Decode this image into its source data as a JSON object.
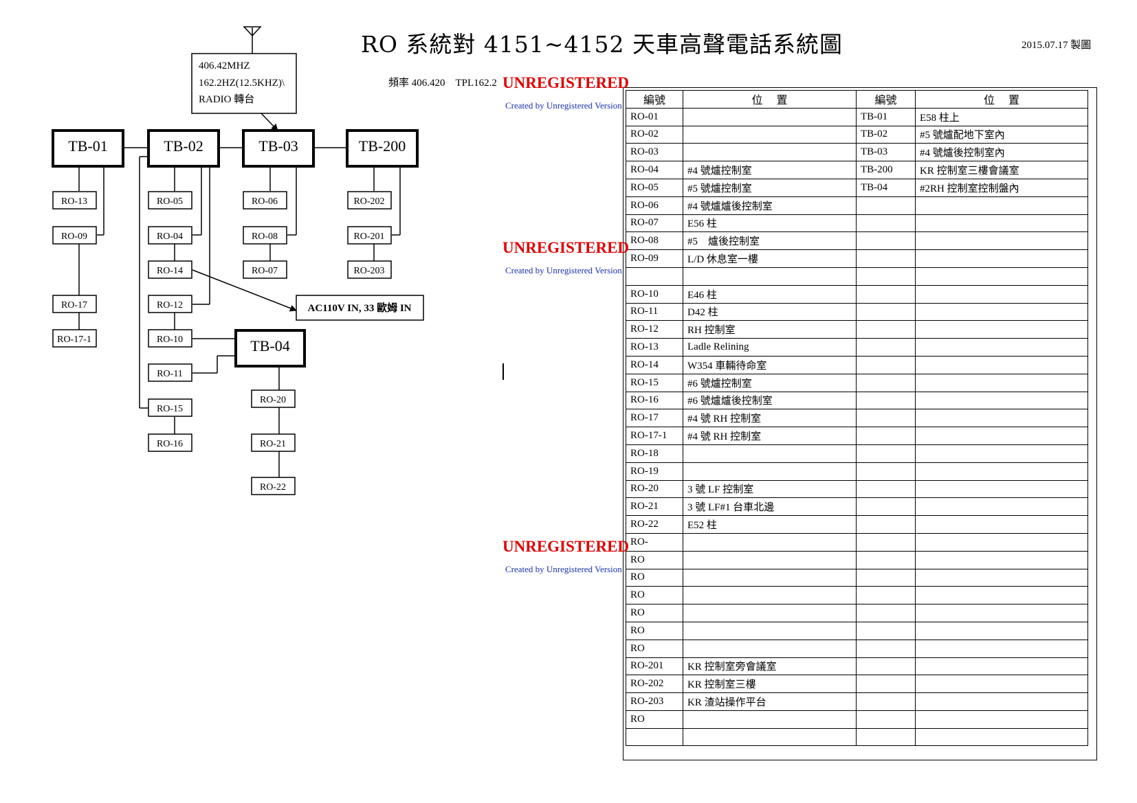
{
  "title": "RO 系統對 4151~4152 天車高聲電話系統圖",
  "date": "2015.07.17 製圖",
  "frequency_text": "頻率 406.420　TPL162.2",
  "radio_box": {
    "line1": "406.42MHZ",
    "line2": "162.2HZ(12.5KHZ)\\",
    "line3": "RADIO 轉台"
  },
  "power_box": "AC110V IN, 33 歐姆 IN",
  "watermark": {
    "title": "UNREGISTERED",
    "subtitle": "Created by Unregistered Version"
  },
  "tb_boxes": [
    "TB-01",
    "TB-02",
    "TB-03",
    "TB-200",
    "TB-04"
  ],
  "ro_boxes": {
    "tb01": [
      "RO-13",
      "RO-09",
      "RO-17",
      "RO-17-1"
    ],
    "tb02": [
      "RO-05",
      "RO-04",
      "RO-14",
      "RO-12",
      "RO-10",
      "RO-11",
      "RO-15",
      "RO-16"
    ],
    "tb03": [
      "RO-06",
      "RO-08",
      "RO-07"
    ],
    "tb200": [
      "RO-202",
      "RO-201",
      "RO-203"
    ],
    "tb04": [
      "RO-20",
      "RO-21",
      "RO-22"
    ]
  },
  "table": {
    "headers": [
      "編號",
      "位　 置",
      "編號",
      "位　 置"
    ],
    "rows": [
      [
        "RO-01",
        "",
        "TB-01",
        "E58 柱上"
      ],
      [
        "RO-02",
        "",
        "TB-02",
        "#5 號爐配地下室內"
      ],
      [
        "RO-03",
        "",
        "TB-03",
        "#4 號爐後控制室內"
      ],
      [
        "RO-04",
        "#4 號爐控制室",
        "TB-200",
        "KR 控制室三樓會議室"
      ],
      [
        "RO-05",
        "#5 號爐控制室",
        "TB-04",
        "#2RH 控制室控制盤內"
      ],
      [
        "RO-06",
        "#4 號爐爐後控制室",
        "",
        ""
      ],
      [
        "RO-07",
        "E56 柱",
        "",
        ""
      ],
      [
        "RO-08",
        "#5　爐後控制室",
        "",
        ""
      ],
      [
        "RO-09",
        "L/D 休息室一樓",
        "",
        ""
      ],
      [
        "",
        "",
        "",
        ""
      ],
      [
        "RO-10",
        "E46 柱",
        "",
        ""
      ],
      [
        "RO-11",
        "D42 柱",
        "",
        ""
      ],
      [
        "RO-12",
        "RH 控制室",
        "",
        ""
      ],
      [
        "RO-13",
        "Ladle Relining",
        "",
        ""
      ],
      [
        "RO-14",
        "W354 車輛待命室",
        "",
        ""
      ],
      [
        "RO-15",
        "#6 號爐控制室",
        "",
        ""
      ],
      [
        "RO-16",
        "#6 號爐爐後控制室",
        "",
        ""
      ],
      [
        "RO-17",
        "#4 號 RH 控制室",
        "",
        ""
      ],
      [
        "RO-17-1",
        "#4 號 RH 控制室",
        "",
        ""
      ],
      [
        "RO-18",
        "",
        "",
        ""
      ],
      [
        "RO-19",
        "",
        "",
        ""
      ],
      [
        "RO-20",
        "3 號 LF 控制室",
        "",
        ""
      ],
      [
        "RO-21",
        "3 號 LF#1 台車北邊",
        "",
        ""
      ],
      [
        "RO-22",
        "E52 柱",
        "",
        ""
      ],
      [
        "RO-",
        "",
        "",
        ""
      ],
      [
        "RO",
        "",
        "",
        ""
      ],
      [
        "RO",
        "",
        "",
        ""
      ],
      [
        "RO",
        "",
        "",
        ""
      ],
      [
        "RO",
        "",
        "",
        ""
      ],
      [
        "RO",
        "",
        "",
        ""
      ],
      [
        "RO",
        "",
        "",
        ""
      ],
      [
        "RO-201",
        "KR 控制室旁會議室",
        "",
        ""
      ],
      [
        "RO-202",
        "KR 控制室三樓",
        "",
        ""
      ],
      [
        "RO-203",
        "KR 渣站操作平台",
        "",
        ""
      ],
      [
        "RO",
        "",
        "",
        ""
      ],
      [
        "",
        "",
        "",
        ""
      ]
    ]
  }
}
